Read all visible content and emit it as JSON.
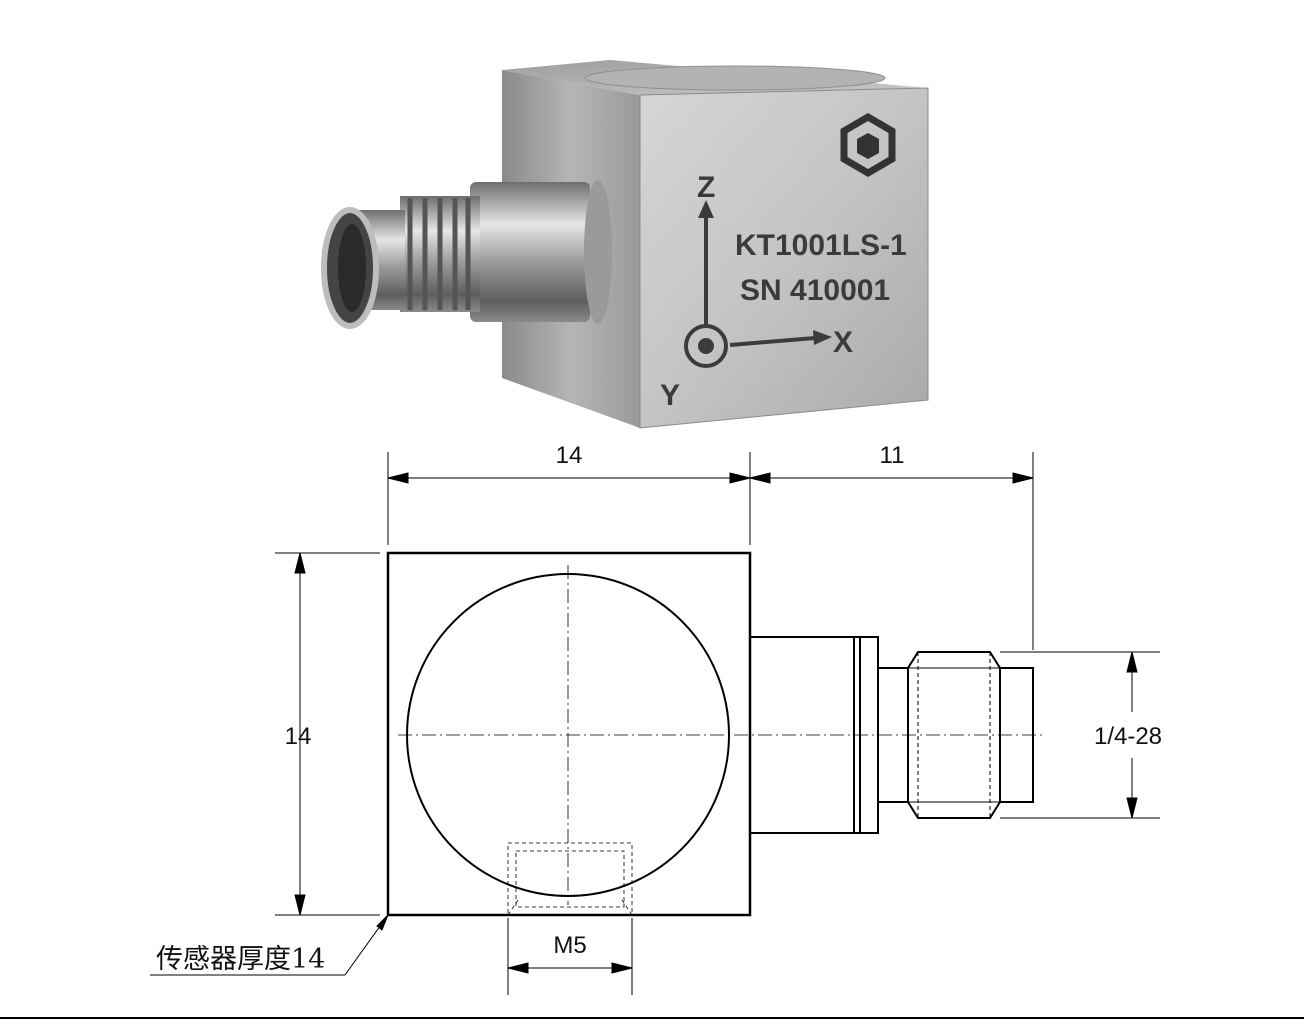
{
  "product": {
    "model": "KT1001LS-1",
    "serial": "SN  410001",
    "axes": {
      "z": "Z",
      "x": "X",
      "y": "Y"
    },
    "logo_icon": "hexagon-logo-icon"
  },
  "drawing": {
    "dim_body_width": "14",
    "dim_connector_length": "11",
    "dim_body_height": "14",
    "dim_thread": "1/4-28",
    "dim_mount": "M5",
    "note_thickness": "传感器厚度14"
  },
  "colors": {
    "line": "#000000",
    "metal_face": "#b9b9b9",
    "engraving": "#3b3b3b"
  }
}
